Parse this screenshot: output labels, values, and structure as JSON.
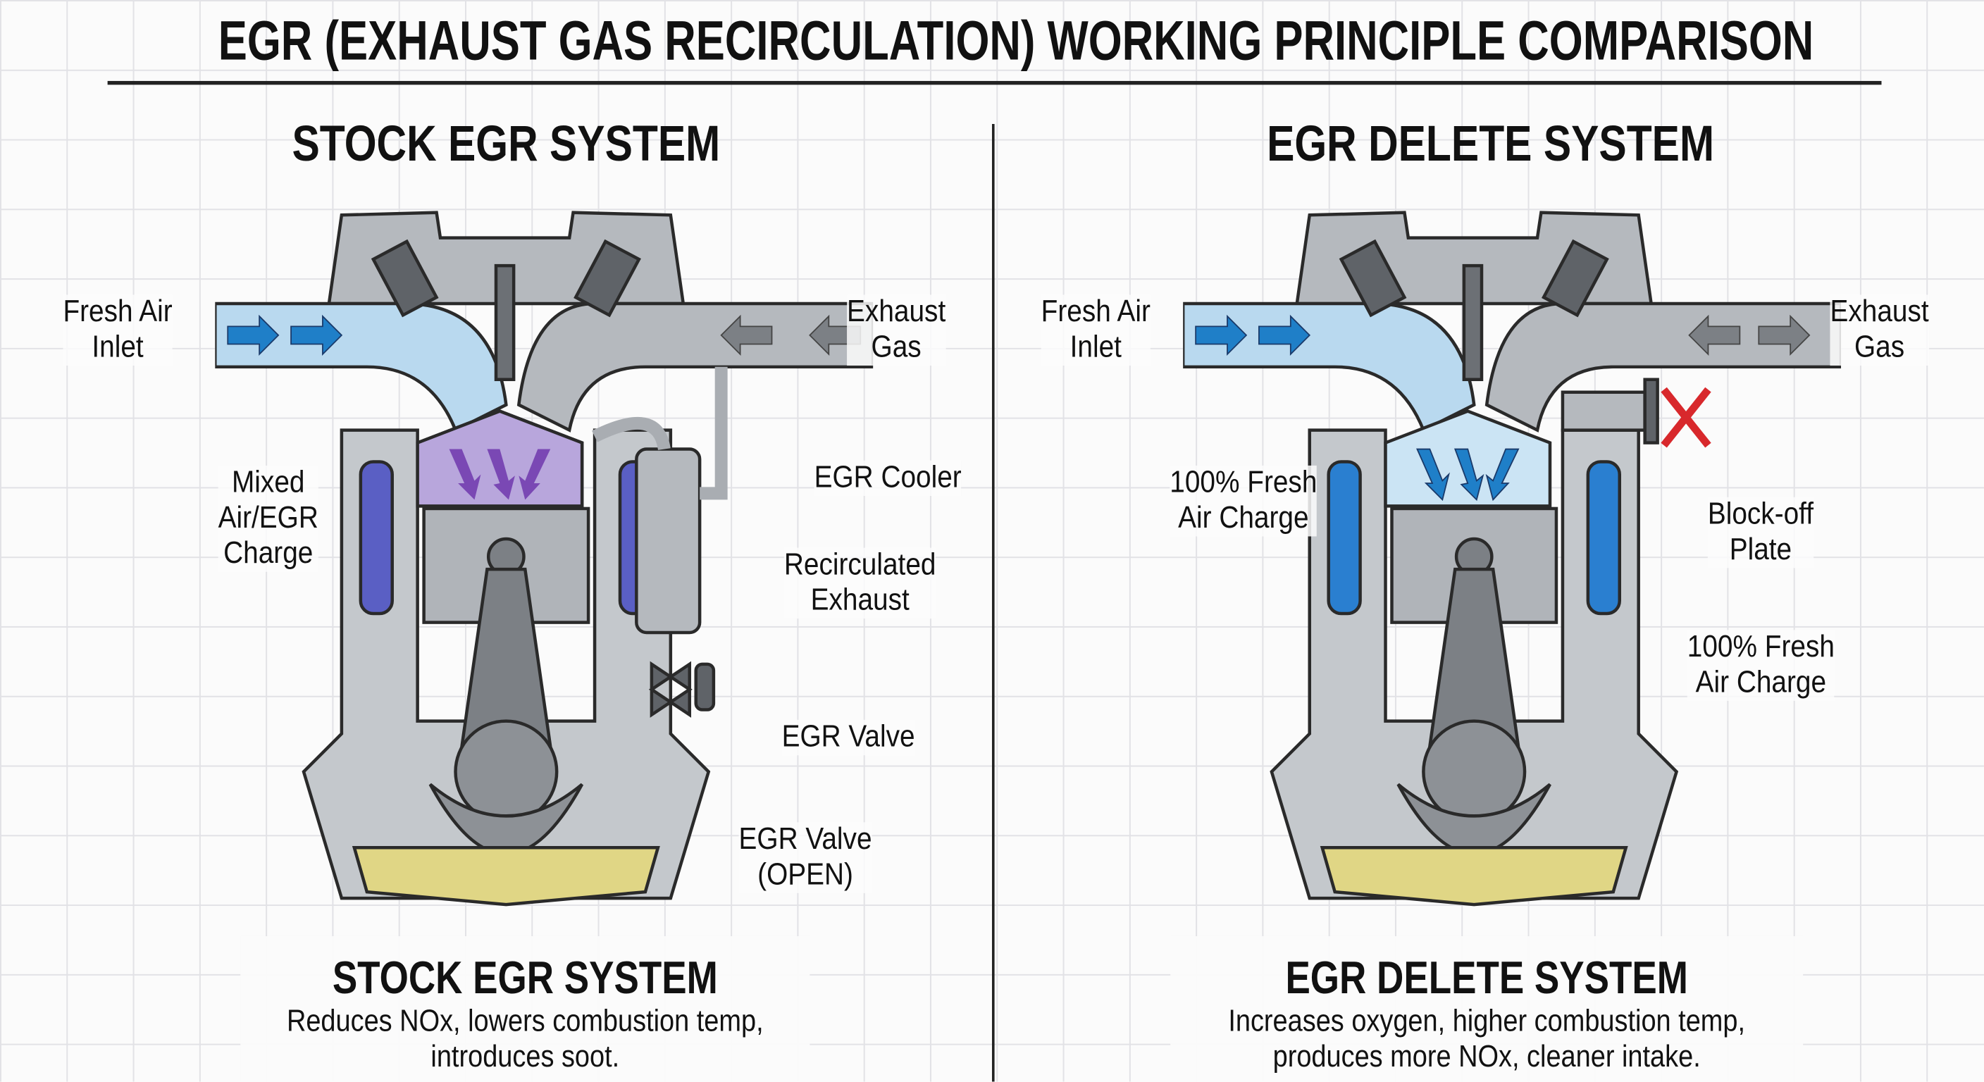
{
  "title": "EGR (EXHAUST GAS RECIRCULATION) WORKING PRINCIPLE COMPARISON",
  "colors": {
    "fresh_air": "#b9d9ef",
    "fresh_arrow": "#1f7fc8",
    "mixed_charge": "#b8a6dc",
    "mixed_arrow": "#7a48b4",
    "metal": "#a9adb2",
    "dark_metal": "#6c7075",
    "oil": "#e0d685",
    "block_x": "#d8282c",
    "coolant_stock": "#5a5fc4",
    "coolant_delete": "#2a7fd0"
  },
  "stock": {
    "heading": "STOCK EGR SYSTEM",
    "labels": {
      "inlet": [
        "Fresh Air",
        "Inlet"
      ],
      "exhaust": [
        "Exhaust",
        "Gas"
      ],
      "charge": [
        "Mixed",
        "Air/EGR",
        "Charge"
      ],
      "cooler": "EGR Cooler",
      "recirc": [
        "Recirculated",
        "Exhaust"
      ],
      "valve": "EGR Valve",
      "valve_open": [
        "EGR Valve",
        "(OPEN)"
      ]
    },
    "caption_title": "STOCK EGR SYSTEM",
    "caption_lines": [
      "Reduces NOx, lowers combustion temp,",
      "introduces soot."
    ]
  },
  "delete": {
    "heading": "EGR DELETE SYSTEM",
    "labels": {
      "inlet": [
        "Fresh Air",
        "Inlet"
      ],
      "exhaust": [
        "Exhaust",
        "Gas"
      ],
      "charge": [
        "100% Fresh",
        "Air Charge"
      ],
      "plate": [
        "Block-off",
        "Plate"
      ],
      "charge2": [
        "100% Fresh",
        "Air Charge"
      ]
    },
    "caption_title": "EGR DELETE SYSTEM",
    "caption_lines": [
      "Increases oxygen, higher combustion temp,",
      "produces more NOx, cleaner intake."
    ]
  }
}
